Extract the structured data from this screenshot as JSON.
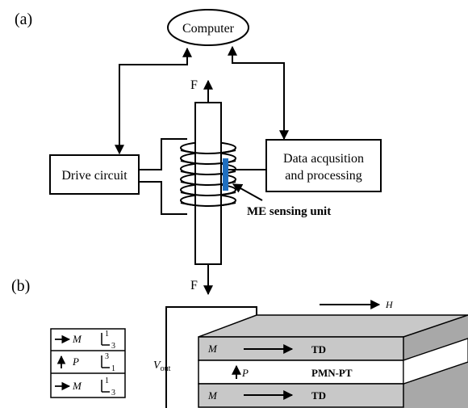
{
  "panel_a": {
    "label": "(a)",
    "computer": "Computer",
    "force_top": "F",
    "force_bottom": "F",
    "drive_circuit": "Drive circuit",
    "daq_line1": "Data acqusition",
    "daq_line2": "and processing",
    "sensing_unit": "ME sensing unit"
  },
  "panel_b": {
    "label": "(b)",
    "field": "H",
    "vout_main": "V",
    "vout_sub": "out",
    "layers": [
      {
        "symbol": "M",
        "name": "TD"
      },
      {
        "symbol": "P",
        "name": "PMN-PT"
      },
      {
        "symbol": "M",
        "name": "TD"
      }
    ],
    "legend": [
      {
        "symbol": "M",
        "axis_top": "1",
        "axis_side": "3"
      },
      {
        "symbol": "P",
        "axis_top": "3",
        "axis_side": "1"
      },
      {
        "symbol": "M",
        "axis_top": "1",
        "axis_side": "3"
      }
    ]
  },
  "colors": {
    "sensing_unit": "#1f6fc0",
    "layer_gray": "#c8c8c8",
    "layer_side": "#a8a8a8"
  }
}
